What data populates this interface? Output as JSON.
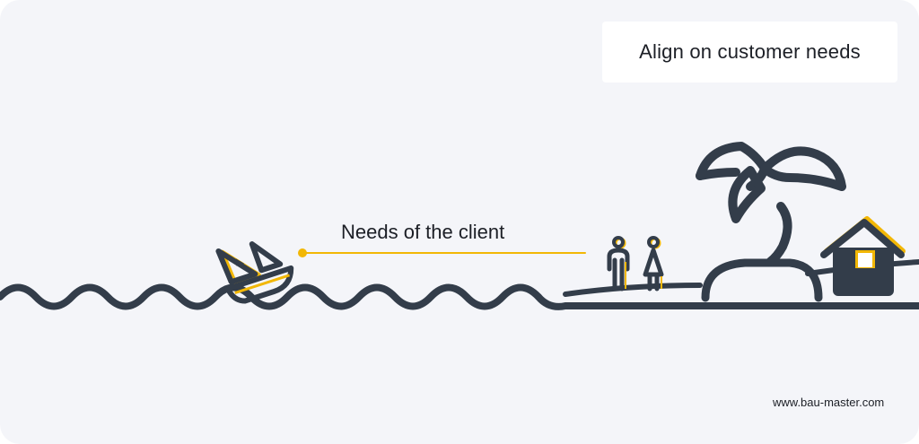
{
  "title": "Align on customer needs",
  "label": "Needs of the client",
  "footer": "www.bau-master.com",
  "colors": {
    "background": "#f4f5f9",
    "navy": "#333d4a",
    "accent": "#f2b705",
    "text": "#1c1f26"
  },
  "icons": [
    "boat-icon",
    "man-icon",
    "woman-icon",
    "palm-tree-icon",
    "house-icon",
    "waves-icon"
  ]
}
